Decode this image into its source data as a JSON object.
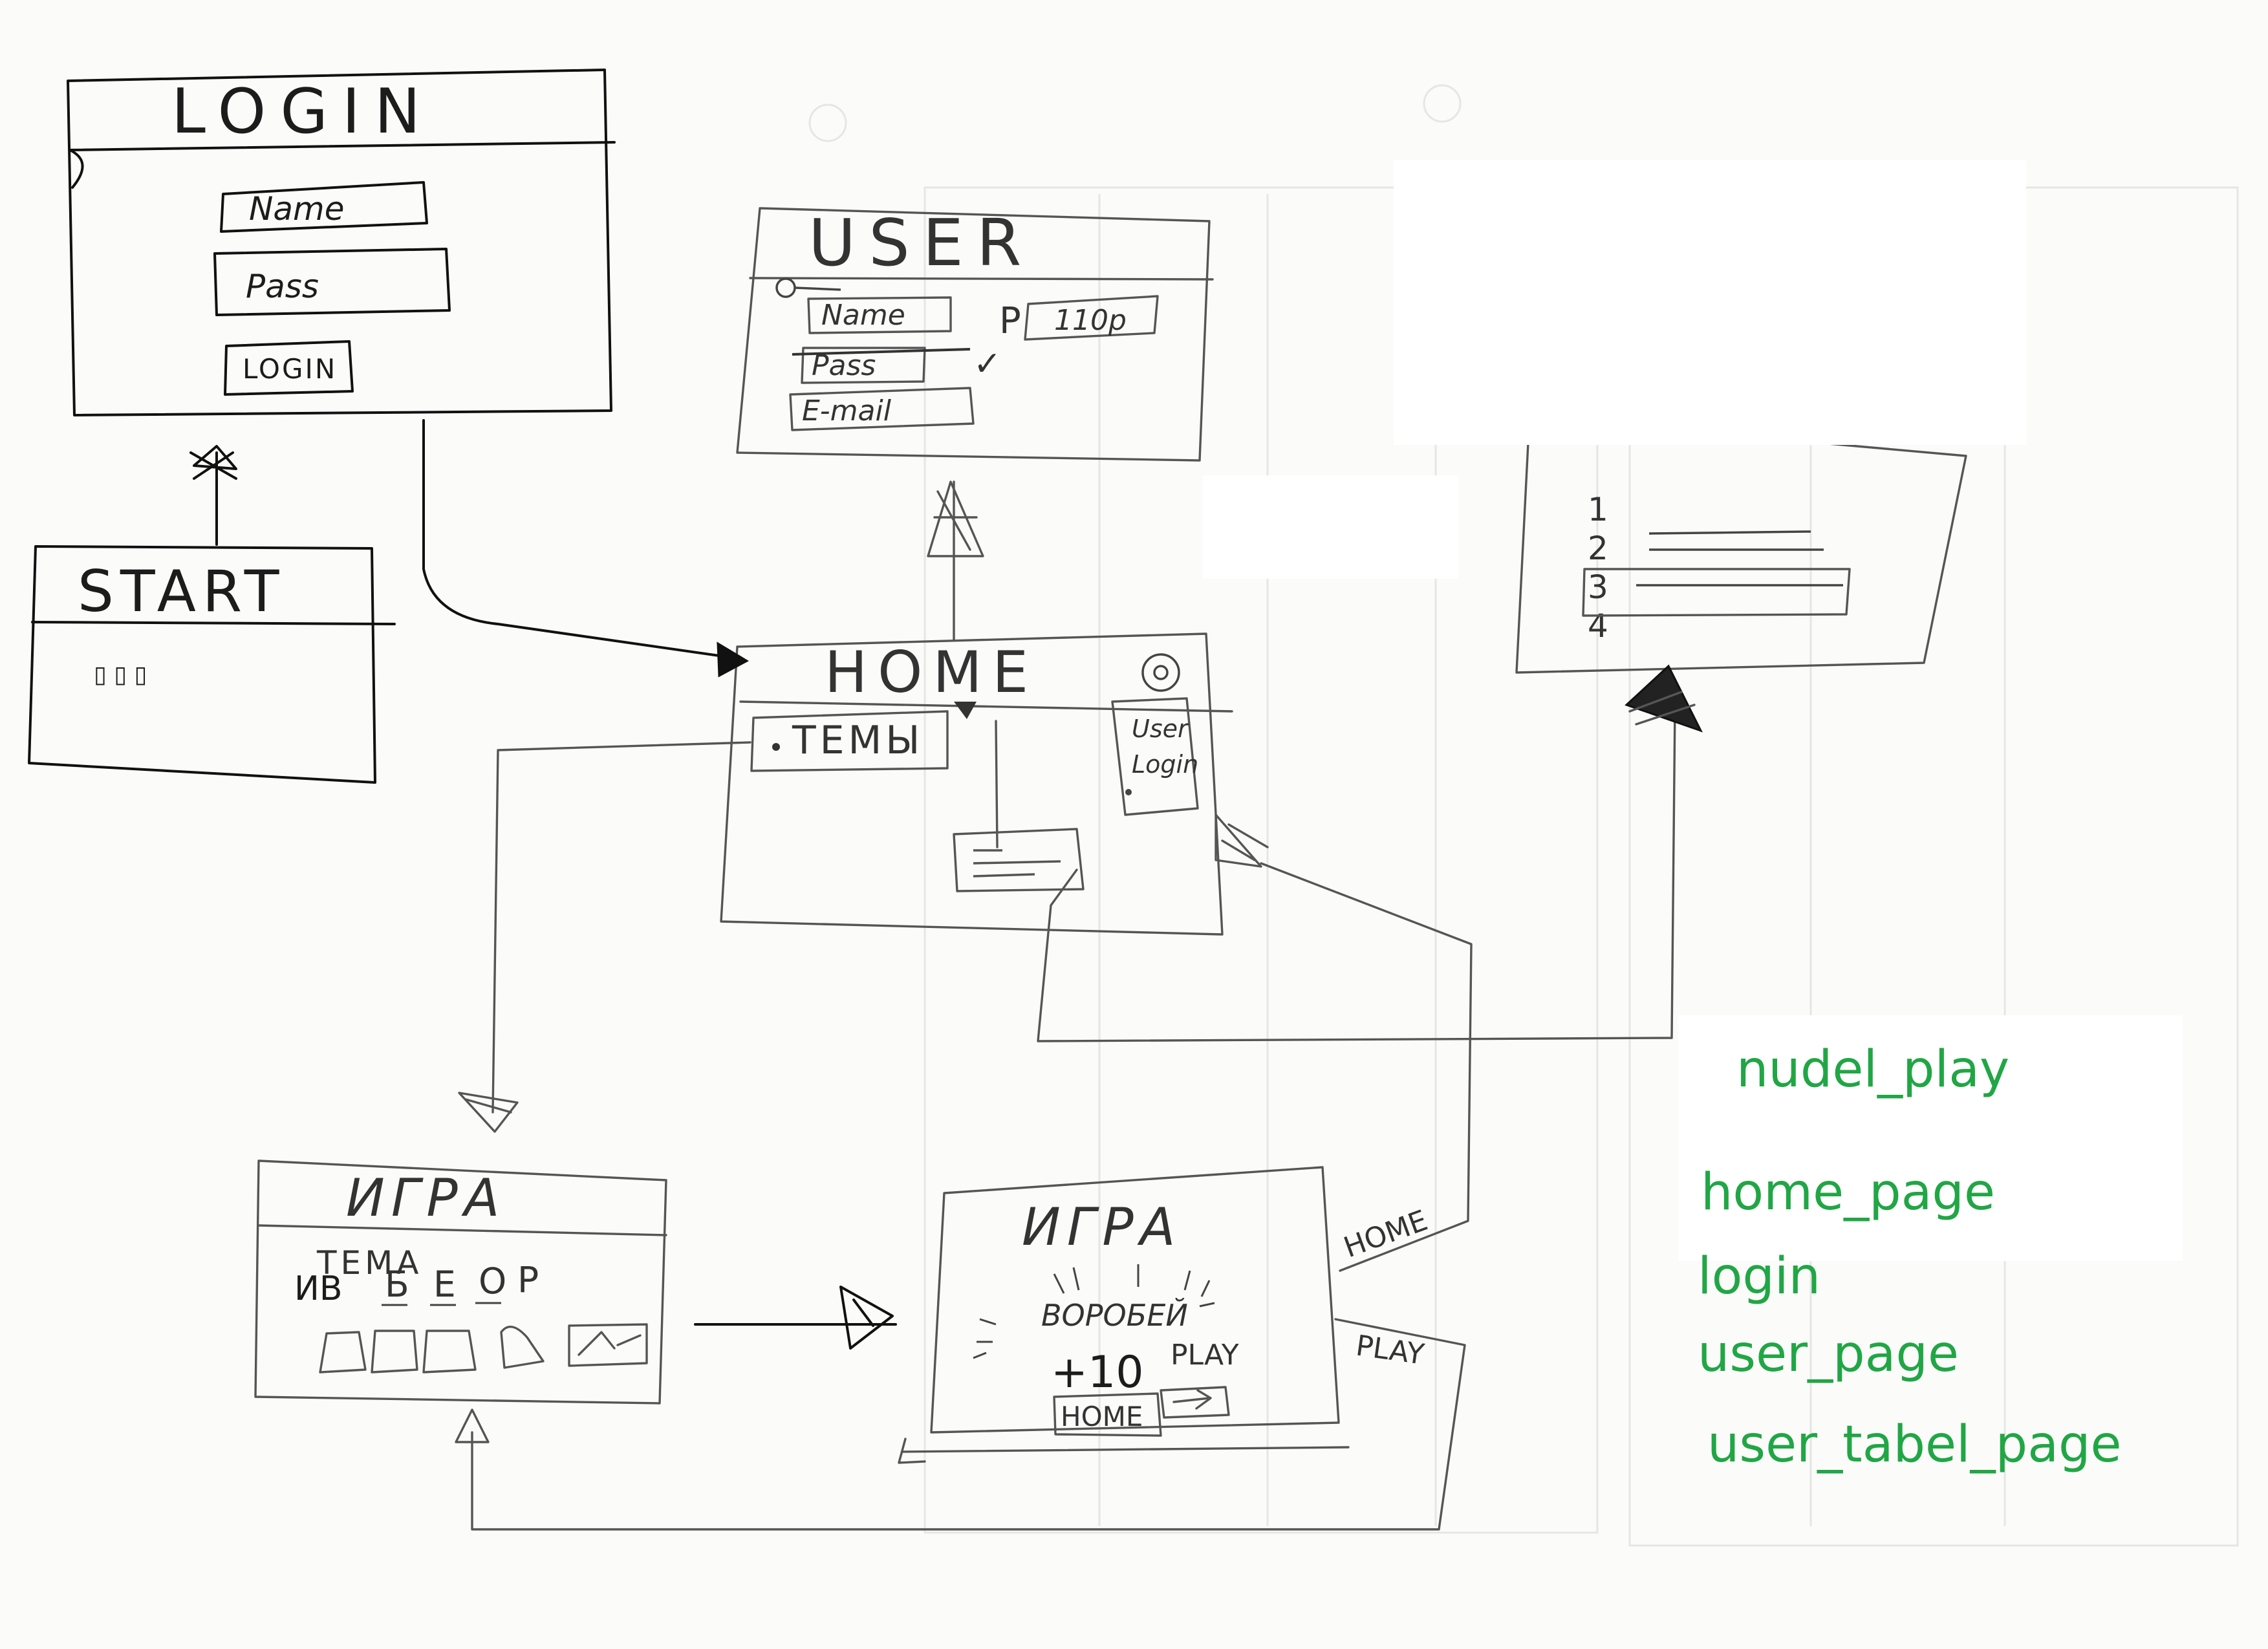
{
  "screens": {
    "login": {
      "title": "LOGIN",
      "name_field": "Name",
      "pass_field": "Pass",
      "login_button": "LOGIN"
    },
    "start": {
      "title": "START",
      "dots": "▯ ▯ ▯"
    },
    "user": {
      "title": "USER",
      "name_field": "Name",
      "pass_field": "Pass",
      "email_field": "E-mail",
      "rating_prefix": "P",
      "rating_value": "110p",
      "check_mark": "✓"
    },
    "home": {
      "title": "HOME",
      "topics_button": "ТЕМЫ",
      "menu_user": "User",
      "menu_login": "Login"
    },
    "table": {
      "rows": [
        "1",
        "2",
        "3",
        "4"
      ]
    },
    "game_select": {
      "title": "ИГРА",
      "topic_label": "ТЕМА",
      "abbrev": "ИВ",
      "letters": [
        "Б",
        "Е",
        "О",
        "Р"
      ]
    },
    "game_result": {
      "title": "ИГРА",
      "word": "ВОРОБЕЙ",
      "score": "+10",
      "play_label": "PLAY",
      "home_button": "HOME"
    }
  },
  "connectors": {
    "home_label": "HOME",
    "play_label": "PLAY"
  },
  "legend": {
    "items": [
      "nudel_play",
      "home_page",
      "login",
      "user_page",
      "user_tabel_page"
    ],
    "color": "#21a645"
  }
}
